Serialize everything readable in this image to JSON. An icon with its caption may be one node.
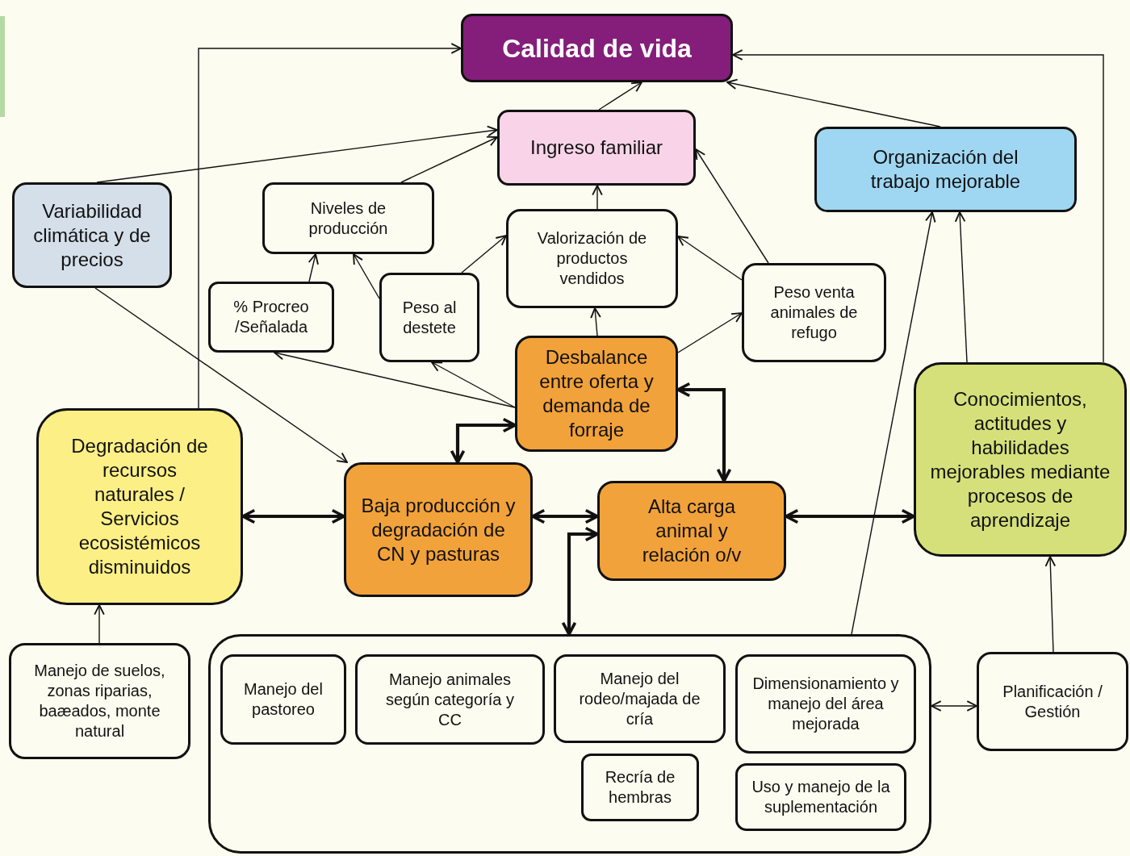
{
  "diagram": {
    "nodes": [
      {
        "text": [
          "Calidad de vida"
        ]
      },
      {
        "text": [
          "Ingreso familiar"
        ]
      },
      {
        "text": [
          "Organización del trabajo mejorable"
        ]
      },
      {
        "text": [
          "Variabilidad climática y de precios"
        ]
      },
      {
        "text": [
          "Niveles de producción"
        ]
      },
      {
        "text": [
          "Valorización de productos vendidos"
        ]
      },
      {
        "text": [
          "% Procreo /Señalada"
        ]
      },
      {
        "text": [
          "Peso al destete"
        ]
      },
      {
        "text": [
          "Peso venta animales de refugo"
        ]
      },
      {
        "text": [
          "Desbalance entre oferta y demanda de forraje"
        ]
      },
      {
        "text": [
          "Conocimientos, actitudes y habilidades mejorables mediante procesos de aprendizaje"
        ]
      },
      {
        "text": [
          "Degradación de recursos naturales / Servicios ecosistémicos disminuidos"
        ]
      },
      {
        "text": [
          "Baja producción y degradación de CN y pasturas"
        ]
      },
      {
        "text": [
          "Alta carga animal y relación o/v"
        ]
      },
      {
        "text": [
          "Manejo de suelos, zonas riparias, baæados, monte natural"
        ]
      },
      {
        "text": [],
        "shape": "box"
      },
      {
        "text": [
          "Manejo del pastoreo"
        ],
        "in": 15
      },
      {
        "text": [
          "Manejo animales según categoría y CC"
        ],
        "in": 15
      },
      {
        "text": [
          "Manejo del rodeo/majada de cría"
        ],
        "in": 15
      },
      {
        "text": [
          "Dimensionamiento y manejo del área mejorada"
        ],
        "in": 15
      },
      {
        "text": [
          "Recría de hembras"
        ],
        "in": 15
      },
      {
        "text": [
          "Uso y manejo de la suplementación"
        ],
        "in": 15
      },
      {
        "text": [
          "Planificación / Gestión"
        ]
      }
    ],
    "edges": [
      {
        "from": 11,
        "to": 0,
        "arrow": "to"
      },
      {
        "from": 1,
        "to": 0,
        "arrow": "to"
      },
      {
        "from": 2,
        "to": 0,
        "arrow": "to"
      },
      {
        "from": 10,
        "to": 0,
        "arrow": "to"
      },
      {
        "from": 3,
        "to": 1,
        "arrow": "to"
      },
      {
        "from": 4,
        "to": 1,
        "arrow": "to"
      },
      {
        "from": 5,
        "to": 1,
        "arrow": "to"
      },
      {
        "from": 8,
        "to": 1,
        "arrow": "to"
      },
      {
        "from": 10,
        "to": 2,
        "arrow": "to"
      },
      {
        "from": 15,
        "to": 2,
        "arrow": "to"
      },
      {
        "from": 6,
        "to": 4,
        "arrow": "to"
      },
      {
        "from": 7,
        "to": 4,
        "arrow": "to"
      },
      {
        "from": 7,
        "to": 5,
        "arrow": "to"
      },
      {
        "from": 8,
        "to": 5,
        "arrow": "to"
      },
      {
        "from": 9,
        "to": 5,
        "arrow": "to"
      },
      {
        "from": 9,
        "to": 8,
        "arrow": "to"
      },
      {
        "from": 9,
        "to": 6,
        "arrow": "to"
      },
      {
        "from": 9,
        "to": 7,
        "arrow": "to"
      },
      {
        "from": 3,
        "to": 12,
        "arrow": "to"
      },
      {
        "from": 11,
        "to": 12,
        "arrow": "both",
        "style": "thick"
      },
      {
        "from": 12,
        "to": 9,
        "arrow": "both",
        "style": "thick"
      },
      {
        "from": 9,
        "to": 13,
        "arrow": "both",
        "style": "thick"
      },
      {
        "from": 12,
        "to": 13,
        "arrow": "both",
        "style": "thick"
      },
      {
        "from": 13,
        "to": 10,
        "arrow": "both",
        "style": "thick"
      },
      {
        "from": 15,
        "to": 13,
        "arrow": "both",
        "style": "thick"
      },
      {
        "from": 14,
        "to": 11,
        "arrow": "to"
      },
      {
        "from": 22,
        "to": 10,
        "arrow": "to"
      },
      {
        "from": 15,
        "to": 22,
        "arrow": "both"
      }
    ]
  }
}
